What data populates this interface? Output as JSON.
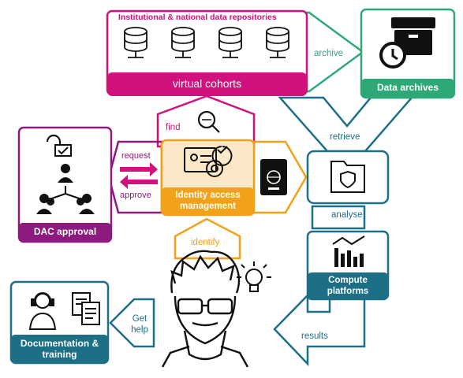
{
  "colors": {
    "magenta": "#d1117e",
    "purple": "#8e1a7f",
    "green": "#2fa878",
    "teal": "#1d6f86",
    "orange": "#f2a21a",
    "orange_fill": "#fbe8c8",
    "dark": "#111111"
  },
  "nodes": {
    "repositories_label": "Institutional & national data repositories",
    "virtual_cohorts": "virtual cohorts",
    "data_archives": "Data archives",
    "dac_approval": "DAC approval",
    "iam": "Identity access management",
    "compute": "Compute platforms",
    "documentation": "Documentation & training"
  },
  "edges": {
    "archive": "archive",
    "retrieve": "retrieve",
    "find": "find",
    "request": "request",
    "approve": "approve",
    "analyse": "analyse",
    "identify": "identify",
    "results": "results",
    "get_help": "Get help"
  },
  "icons": [
    "database-icon",
    "archive-box-icon",
    "history-icon",
    "search-icon",
    "lock-open-icon",
    "checkbox-icon",
    "people-hierarchy-icon",
    "id-card-icon",
    "gear-icon",
    "passport-icon",
    "folder-shield-icon",
    "bar-chart-icon",
    "researcher-icon",
    "lightbulb-icon",
    "headset-person-icon",
    "documents-icon",
    "swap-arrows-icon"
  ]
}
